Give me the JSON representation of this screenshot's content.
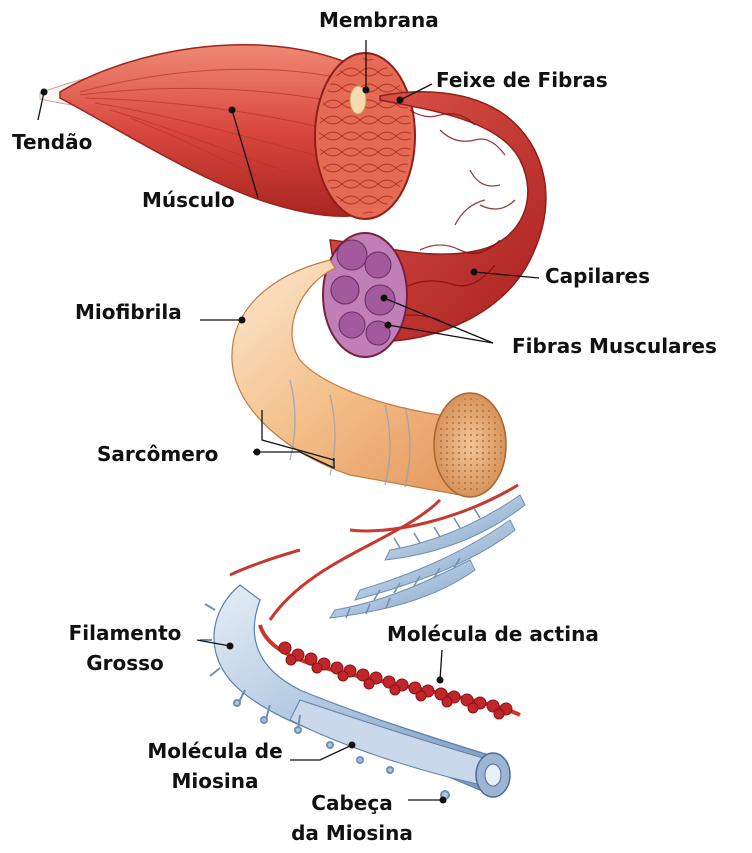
{
  "labels": {
    "membrana": "Membrana",
    "feixe_de_fibras": "Feixe de Fibras",
    "tendao": "Tendão",
    "musculo": "Músculo",
    "capilares": "Capilares",
    "miofibrila": "Miofibrila",
    "fibras_musculares": "Fibras Musculares",
    "sarcomero": "Sarcômero",
    "filamento_grosso_line1": "Filamento",
    "filamento_grosso_line2": "Grosso",
    "molecula_de_actina": "Molécula de actina",
    "molecula_de_miosina_line1": "Molécula de",
    "molecula_de_miosina_line2": "Miosina",
    "cabeca_da_miosina_line1": "Cabeça",
    "cabeca_da_miosina_line2": "da Miosina"
  },
  "colors": {
    "muscle": "#d9473e",
    "muscle_dark": "#b22b26",
    "muscle_light": "#ef7a66",
    "tendon": "#e8e2d6",
    "bundle": "#c23a36",
    "fiber_purple": "#b06aa6",
    "myofibril": "#f0b27a",
    "myofibril_light": "#fbe0bf",
    "filament_blue": "#a9c3de",
    "filament_blue_dark": "#6f8fb5",
    "actin_red": "#c1262a",
    "leader_line": "#111111"
  }
}
